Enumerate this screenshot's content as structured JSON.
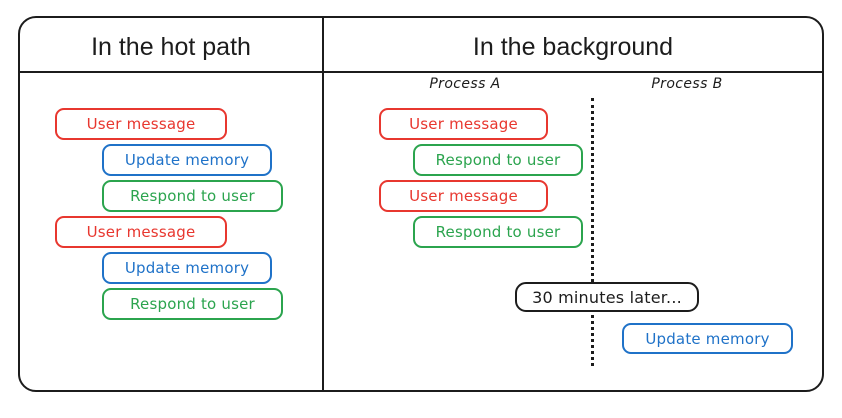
{
  "diagram": {
    "columns": [
      {
        "id": "hot-path",
        "title": "In the hot path"
      },
      {
        "id": "background",
        "title": "In the background"
      }
    ],
    "process_labels": [
      {
        "id": "process-a",
        "text": "Process A"
      },
      {
        "id": "process-b",
        "text": "Process B"
      }
    ],
    "colors": {
      "red": "#e8372f",
      "blue": "#1f72c8",
      "green": "#2ba44e",
      "black": "#1c1c1c",
      "background": "#ffffff"
    },
    "hot_path_steps": [
      {
        "label": "User message",
        "color": "red"
      },
      {
        "label": "Update memory",
        "color": "blue"
      },
      {
        "label": "Respond to user",
        "color": "green"
      },
      {
        "label": "User message",
        "color": "red"
      },
      {
        "label": "Update memory",
        "color": "blue"
      },
      {
        "label": "Respond to user",
        "color": "green"
      }
    ],
    "background_process_a_steps": [
      {
        "label": "User message",
        "color": "red"
      },
      {
        "label": "Respond to user",
        "color": "green"
      },
      {
        "label": "User message",
        "color": "red"
      },
      {
        "label": "Respond to user",
        "color": "green"
      }
    ],
    "time_marker": {
      "label": "30 minutes later...",
      "color": "black"
    },
    "background_process_b_steps": [
      {
        "label": "Update memory",
        "color": "blue"
      }
    ]
  }
}
